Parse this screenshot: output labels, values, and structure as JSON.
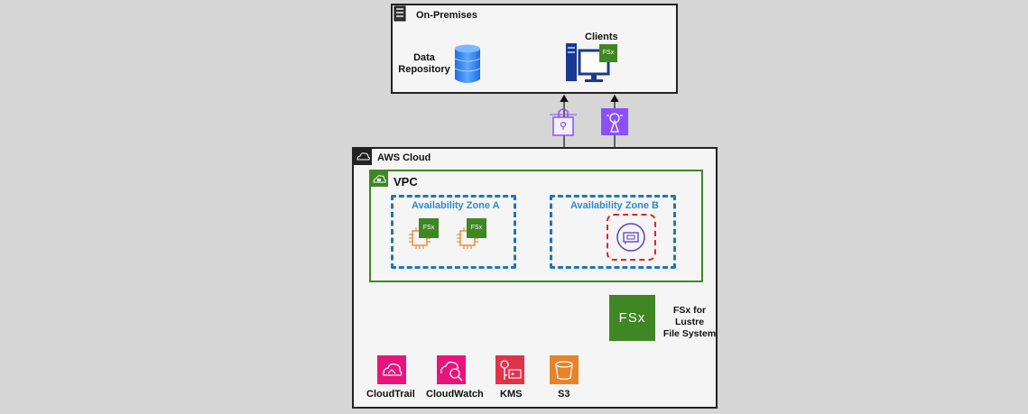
{
  "onprem": {
    "title": "On-Premises"
  },
  "data_repository": {
    "label_line1": "Data",
    "label_line2": "Repository"
  },
  "clients": {
    "label": "Clients",
    "badge": "FSx"
  },
  "aws_cloud": {
    "title": "AWS Cloud"
  },
  "vpc": {
    "title": "VPC"
  },
  "az_a": {
    "title": "Availability Zone A",
    "badge": "FSx"
  },
  "az_b": {
    "title": "Availability Zone B"
  },
  "fsx": {
    "logo_text": "FSx",
    "label_line1": "FSx for",
    "label_line2": "Lustre",
    "label_line3": "File System"
  },
  "services": [
    {
      "label": "CloudTrail",
      "color": "#e7157b"
    },
    {
      "label": "CloudWatch",
      "color": "#e7157b"
    },
    {
      "label": "KMS",
      "color": "#dd344c"
    },
    {
      "label": "S3",
      "color": "#e7832a"
    }
  ],
  "colors": {
    "vpc_green": "#3f8624",
    "az_blue": "#2a8ad4",
    "eni_red": "#e02424",
    "fsx_green": "#3f8624",
    "vpn_purple": "#8c4fff"
  },
  "icons": {
    "onprem": "server-icon",
    "aws": "cloud-icon",
    "vpc": "vpc-cloud-lock-icon",
    "vpn": "site-to-site-vpn-icon",
    "direct_connect": "direct-connect-icon",
    "ec2": "ec2-chip-icon",
    "eni": "network-interface-icon"
  }
}
